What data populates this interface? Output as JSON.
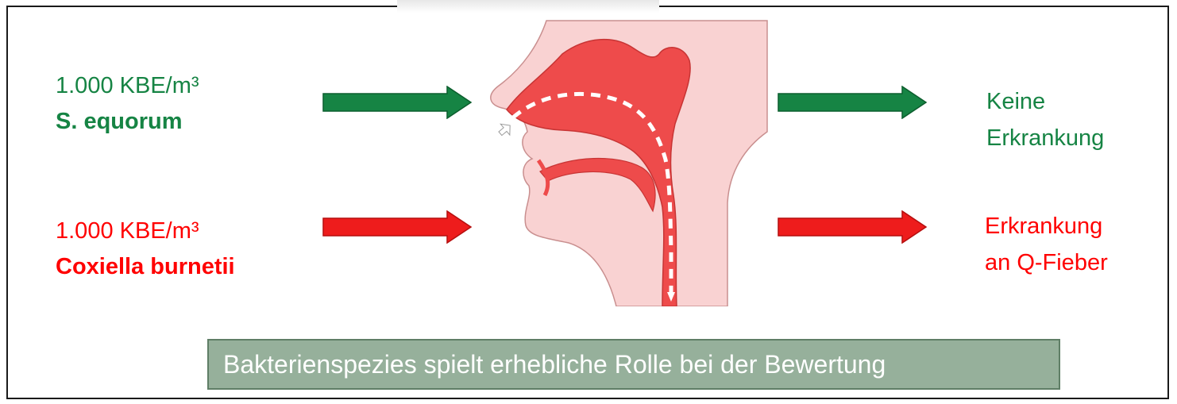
{
  "left": {
    "top": {
      "concentration": "1.000 KBE/m³",
      "species": "S. equorum",
      "color": "#168444"
    },
    "bottom": {
      "concentration": "1.000 KBE/m³",
      "species": "Coxiella burnetii",
      "color": "#ff0000"
    }
  },
  "right": {
    "top": {
      "line1": "Keine",
      "line2": "Erkrankung",
      "color": "#168444"
    },
    "bottom": {
      "line1": "Erkrankung",
      "line2": "an Q-Fieber",
      "color": "#ff0000"
    }
  },
  "banner": {
    "text": "Bakterienspezies spielt erhebliche Rolle bei der Bewertung",
    "background": "#96b09b"
  },
  "icons": [
    "green-arrow-icon",
    "red-arrow-icon",
    "airway-anatomy-illustration"
  ],
  "colors": {
    "green_arrow": "#168444",
    "red_arrow": "#ee1c1c",
    "tissue": "#f9d2d2",
    "airway": "#ee4b4b"
  }
}
